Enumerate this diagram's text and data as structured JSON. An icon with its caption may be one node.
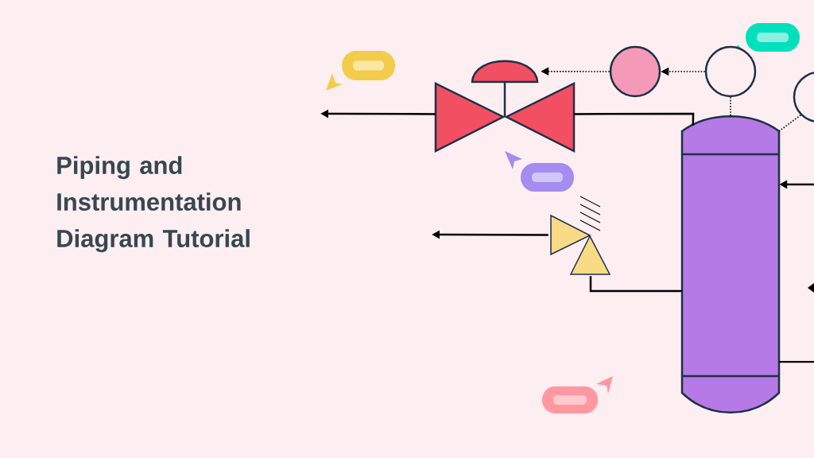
{
  "diagram": {
    "title": "Piping and Instrumentation Diagram Tutorial",
    "nodes": [
      {
        "text": [],
        "shape": "valve"
      },
      {
        "text": [],
        "shape": "circle"
      },
      {
        "text": [],
        "shape": "circle"
      },
      {
        "text": [],
        "shape": "circle"
      },
      {
        "text": [],
        "shape": "cylinder"
      },
      {
        "text": [],
        "shape": "valve"
      }
    ],
    "edges": [
      {
        "from": 0,
        "to": null,
        "arrow": "to"
      },
      {
        "from": 4,
        "to": 0,
        "arrow": "none"
      },
      {
        "from": 1,
        "to": 0,
        "arrow": "to",
        "style": "dashed"
      },
      {
        "from": 2,
        "to": 1,
        "arrow": "to",
        "style": "dashed"
      },
      {
        "from": 2,
        "to": 4,
        "arrow": "none",
        "style": "dashed"
      },
      {
        "from": 3,
        "to": 4,
        "arrow": "none",
        "style": "dashed"
      },
      {
        "from": 5,
        "to": null,
        "arrow": "to"
      },
      {
        "from": 4,
        "to": 5,
        "arrow": "none"
      },
      {
        "from": null,
        "to": 4,
        "arrow": "to"
      },
      {
        "from": 4,
        "to": null,
        "arrow": "none"
      }
    ]
  }
}
